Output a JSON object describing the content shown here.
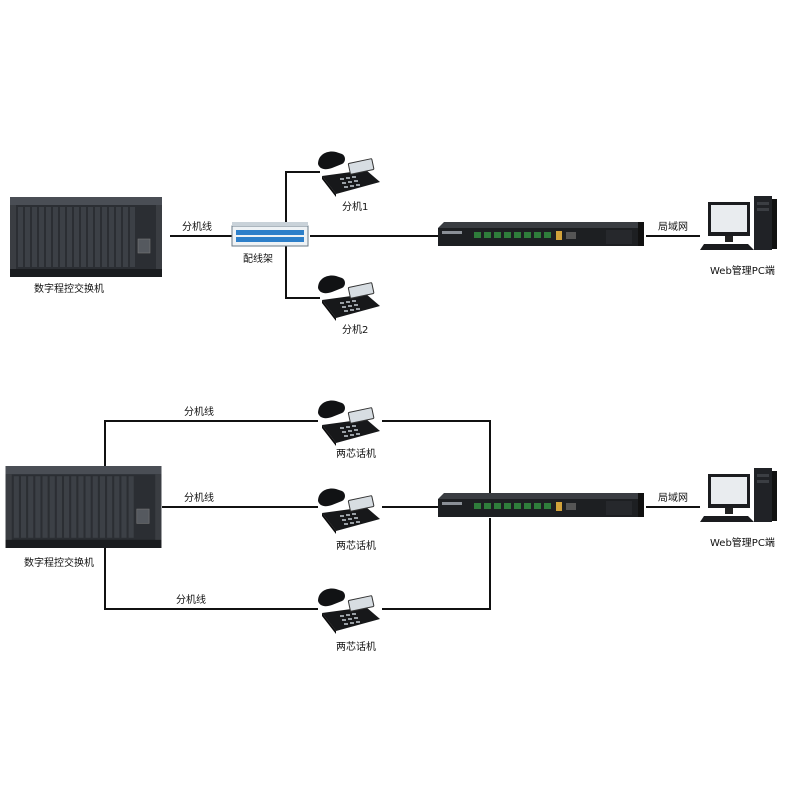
{
  "top_diagram": {
    "pbx_label": "数字程控交换机",
    "extension_line_label": "分机线",
    "distribution_frame_label": "配线架",
    "phone_1_label": "分机1",
    "phone_2_label": "分机2",
    "lan_label": "局域网",
    "pc_label": "Web管理PC端"
  },
  "bottom_diagram": {
    "pbx_label": "数字程控交换机",
    "line_labels": [
      "分机线",
      "分机线",
      "分机线"
    ],
    "phone_labels": [
      "两芯话机",
      "两芯话机",
      "两芯话机"
    ],
    "lan_label": "局域网",
    "pc_label": "Web管理PC端"
  }
}
